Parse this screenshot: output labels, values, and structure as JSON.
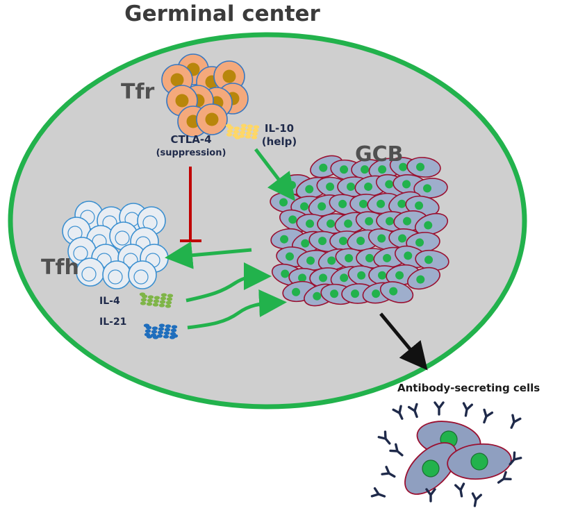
{
  "title": "Germinal center",
  "cells": {
    "tfr": "Tfr",
    "tfh": "Tfh",
    "gcb": "GCB",
    "asc": "Antibody-secreting cells"
  },
  "signals": {
    "ctla4": "CTLA-4",
    "ctla4_role": "(suppression)",
    "il10": "IL-10",
    "il10_role": "(help)",
    "il4": "IL-4",
    "il21": "IL-21"
  },
  "colors": {
    "border": "#22b24c",
    "background": "#cfcfcf",
    "tfr_cell": "#f4a97c",
    "tfr_nucleus": "#b8860b",
    "tfh_cell": "#e8edf3",
    "tfh_outline": "#3a8fd0",
    "gcb_cell": "#9eaecc",
    "gcb_outline": "#9a1030",
    "nucleus": "#22b24c",
    "inhibition": "#c00000",
    "il10_dots": "#ffd766",
    "il4_dots": "#7fb548",
    "il21_dots": "#1f6ebd",
    "antibody": "#1f2a4a"
  }
}
